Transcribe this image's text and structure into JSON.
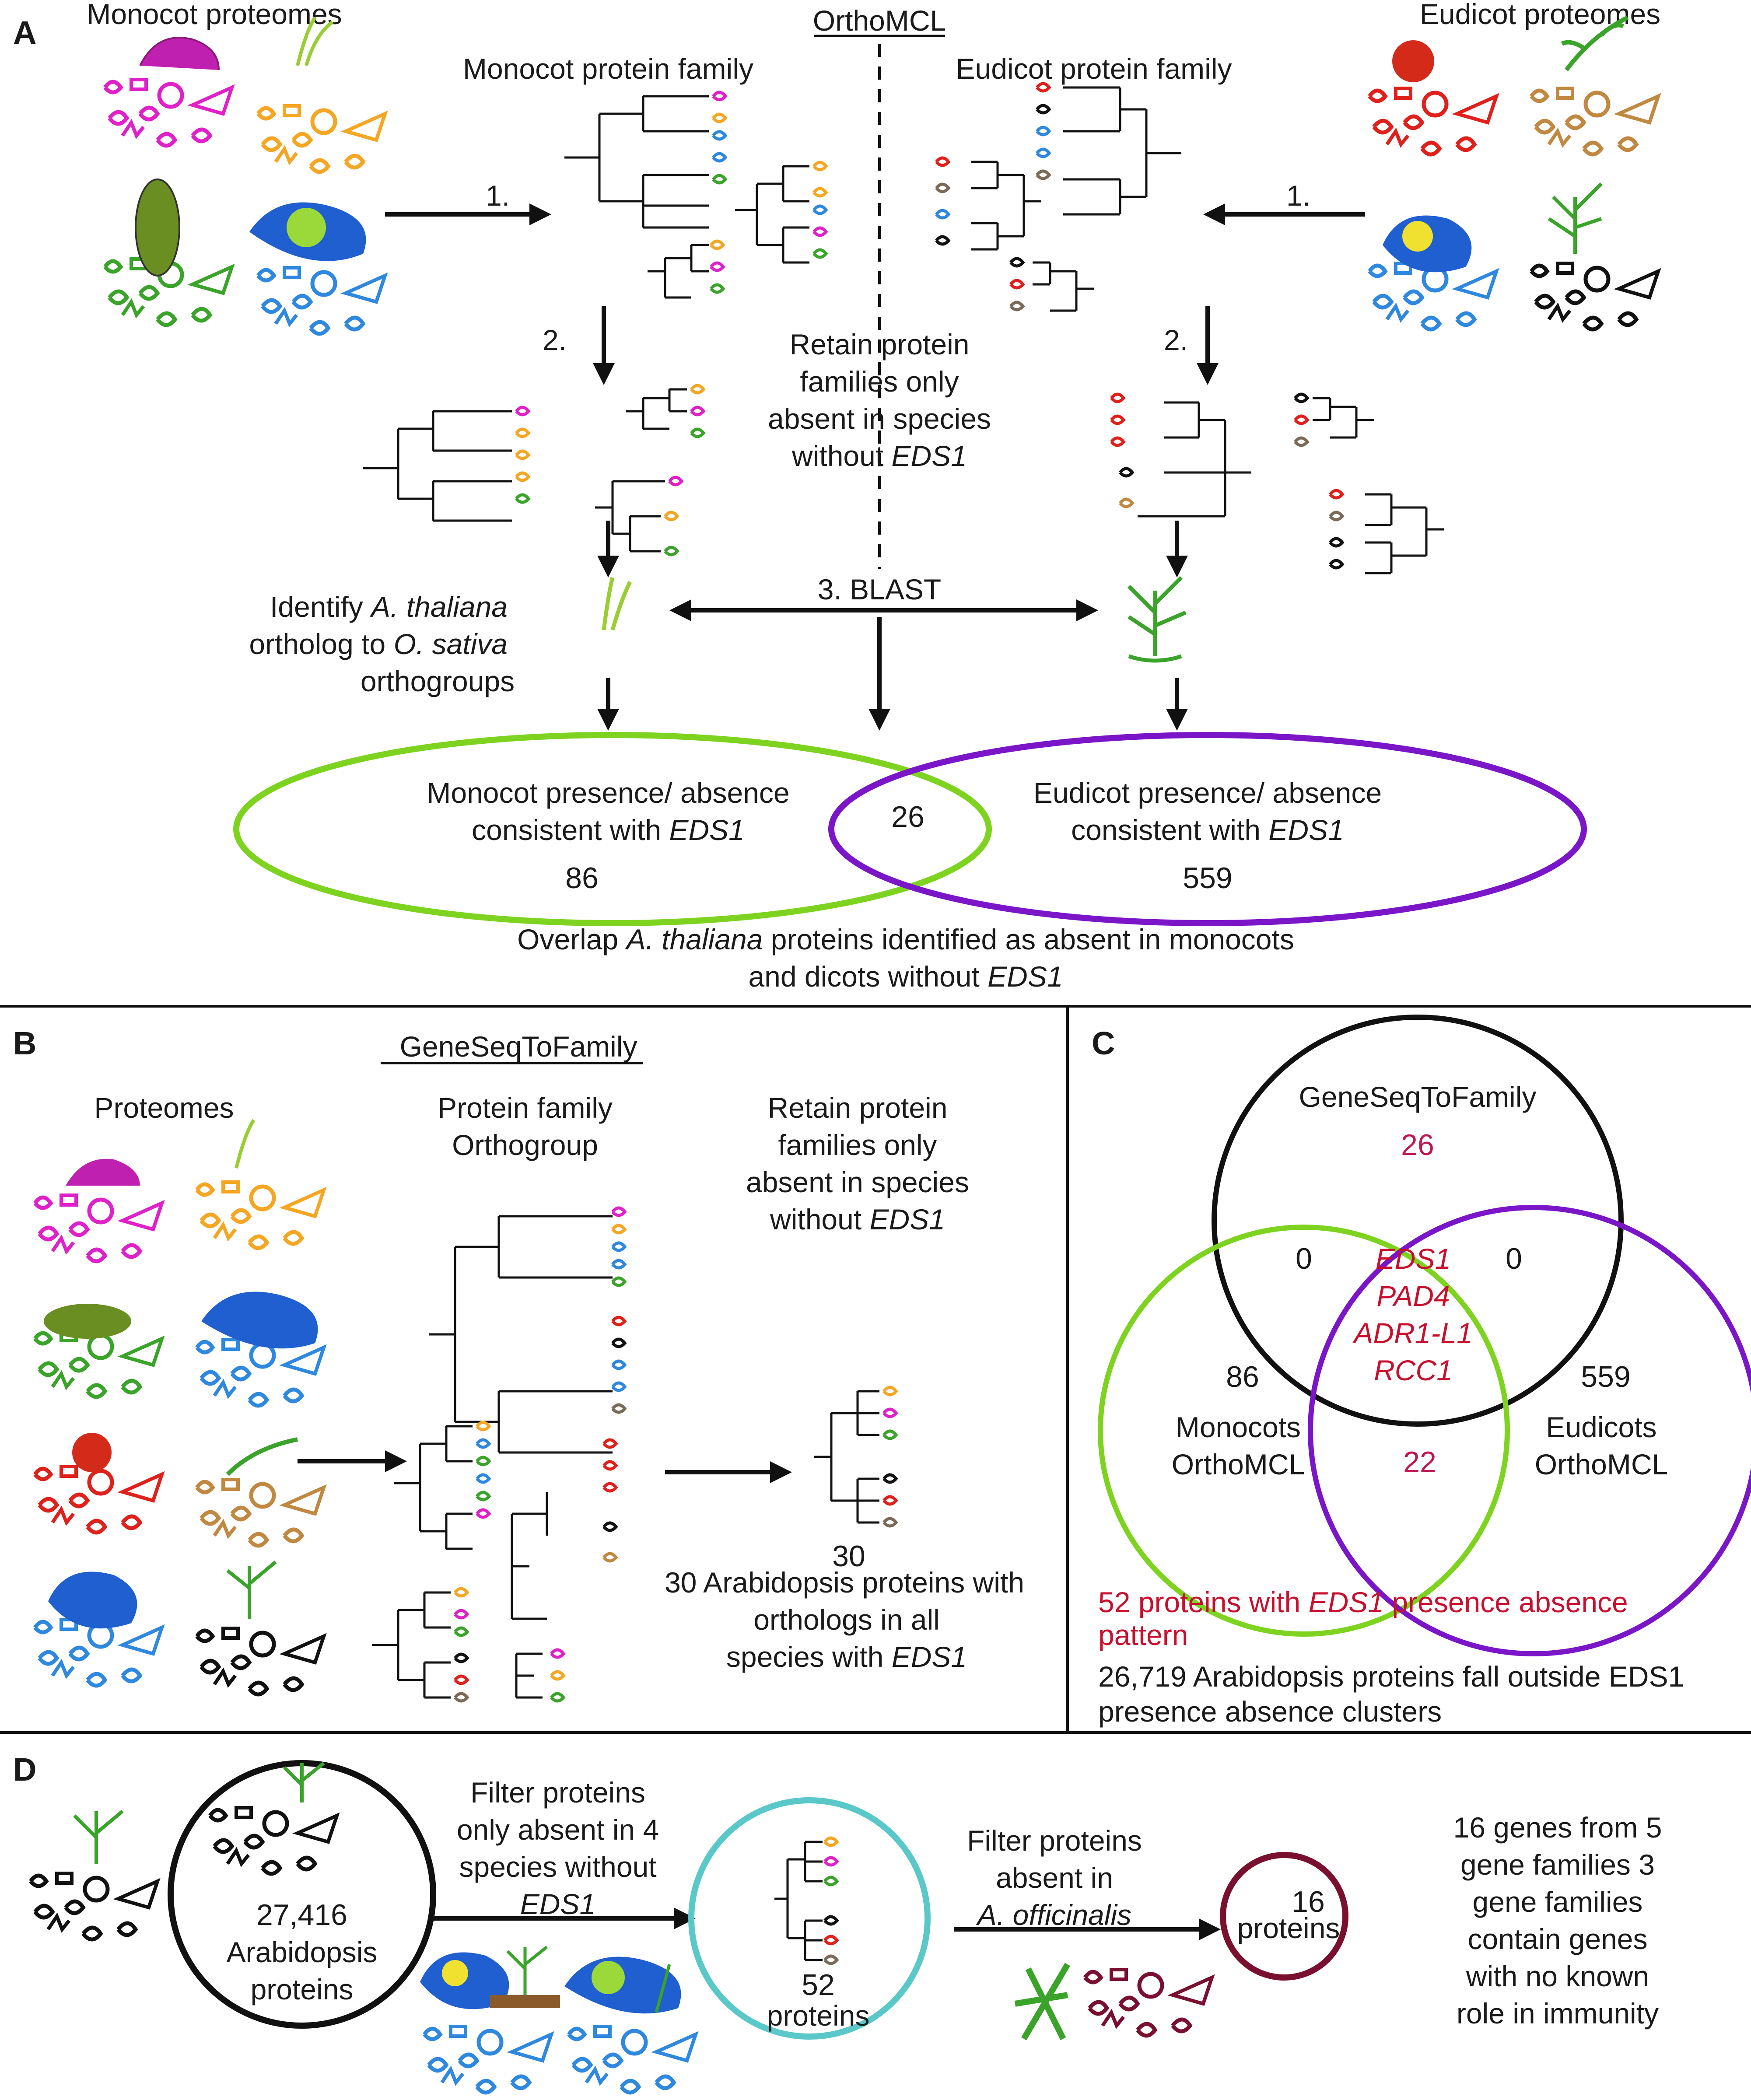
{
  "colors": {
    "magenta": "#e020c8",
    "orange": "#f5a623",
    "green_species": "#3aa32a",
    "blue": "#2f88e0",
    "red": "#e0201a",
    "tan": "#c08840",
    "gray": "#7a6a5a",
    "black": "#111111",
    "venn_green": "#7ed321",
    "venn_purple": "#7a16c8",
    "filter_teal": "#5ac8c8",
    "final_maroon": "#7a1030",
    "highlight_red": "#c8102e"
  },
  "panel_a": {
    "label": "A",
    "title": "OrthoMCL",
    "monocot_proteomes": "Monocot proteomes",
    "eudicot_proteomes": "Eudicot proteomes",
    "monocot_family": "Monocot protein family",
    "eudicot_family": "Eudicot protein family",
    "step1_left": "1.",
    "step1_right": "1.",
    "step2_left": "2.",
    "step2_right": "2.",
    "retain_l1": "Retain protein",
    "retain_l2": "families only",
    "retain_l3": "absent in species",
    "retain_l4_pre": "without ",
    "retain_l4_gene": "EDS1",
    "identify_l1_pre": "Identify ",
    "identify_l1_it": "A. thaliana",
    "identify_l2_pre": "ortholog to ",
    "identify_l2_it": "O. sativa",
    "identify_l3": "orthogroups",
    "blast": "3. BLAST",
    "mono_venn_l1": "Monocot presence/ absence",
    "mono_venn_l2_pre": "consistent with ",
    "mono_venn_l2_gene": "EDS1",
    "mono_count": "86",
    "overlap_count": "26",
    "eu_venn_l1": "Eudicot presence/ absence",
    "eu_venn_l2_pre": "consistent with ",
    "eu_venn_l2_gene": "EDS1",
    "eu_count": "559",
    "overlap_l1_pre": "Overlap ",
    "overlap_l1_it": "A. thaliana",
    "overlap_l1_post": " proteins identified as absent in monocots",
    "overlap_l2_pre": "and dicots without ",
    "overlap_l2_gene": "EDS1"
  },
  "panel_b": {
    "label": "B",
    "title": "GeneSeqToFamily",
    "proteomes": "Proteomes",
    "family_l1": "Protein family",
    "family_l2": "Orthogroup",
    "retain_l1": "Retain protein",
    "retain_l2": "families only",
    "retain_l3": "absent in species",
    "retain_l4_pre": "without ",
    "retain_l4_gene": "EDS1",
    "count": "30",
    "result_l1": "30 Arabidopsis proteins with",
    "result_l2": "orthologs in all",
    "result_l3_pre": "species with ",
    "result_l3_gene": "EDS1"
  },
  "panel_c": {
    "label": "C",
    "gstf_label": "GeneSeqToFamily",
    "gstf_count": "26",
    "gstf_mono": "0",
    "gstf_eu": "0",
    "genes": [
      "EDS1",
      "PAD4",
      "ADR1-L1",
      "RCC1"
    ],
    "mono_count": "86",
    "mono_l1": "Monocots",
    "mono_l2": "OrthoMCL",
    "eu_count": "559",
    "eu_l1": "Eudicots",
    "eu_l2": "OrthoMCL",
    "mono_eu_count": "22",
    "pattern_l1_pre": "52 proteins with ",
    "pattern_l1_gene": "EDS1",
    "pattern_l1_post": " presence absence",
    "pattern_l2": "pattern",
    "outside_l1": "26,719 Arabidopsis proteins fall outside EDS1",
    "outside_l2": "presence absence clusters"
  },
  "panel_d": {
    "label": "D",
    "start_count": "27,416",
    "start_l1": "Arabidopsis",
    "start_l2": "proteins",
    "filter1_l1": "Filter proteins",
    "filter1_l2": "only absent in 4",
    "filter1_l3": "species without",
    "filter1_l4": "EDS1",
    "mid_count": "52",
    "mid_label": "proteins",
    "filter2_l1": "Filter proteins",
    "filter2_l2": "absent in",
    "filter2_l3": "A. officinalis",
    "end_count": "16",
    "end_label": "proteins",
    "summary_l1": "16 genes from 5",
    "summary_l2": "gene families 3",
    "summary_l3": "gene families",
    "summary_l4": "contain genes",
    "summary_l5": "with no known",
    "summary_l6": "role in immunity"
  }
}
